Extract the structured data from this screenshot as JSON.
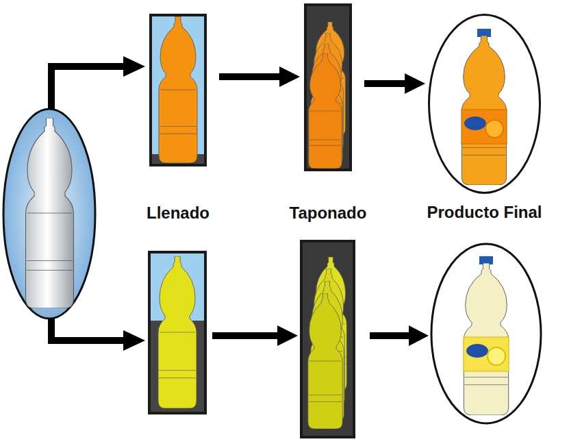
{
  "diagram": {
    "nodes": [
      {
        "text": [
          "Llenado"
        ]
      },
      {
        "text": [
          "Taponado"
        ]
      },
      {
        "text": [
          "Producto Final"
        ]
      }
    ],
    "edges": [
      {
        "from": 0,
        "to": 1,
        "arrow": "to"
      },
      {
        "from": 1,
        "to": 2,
        "arrow": "to"
      }
    ]
  }
}
